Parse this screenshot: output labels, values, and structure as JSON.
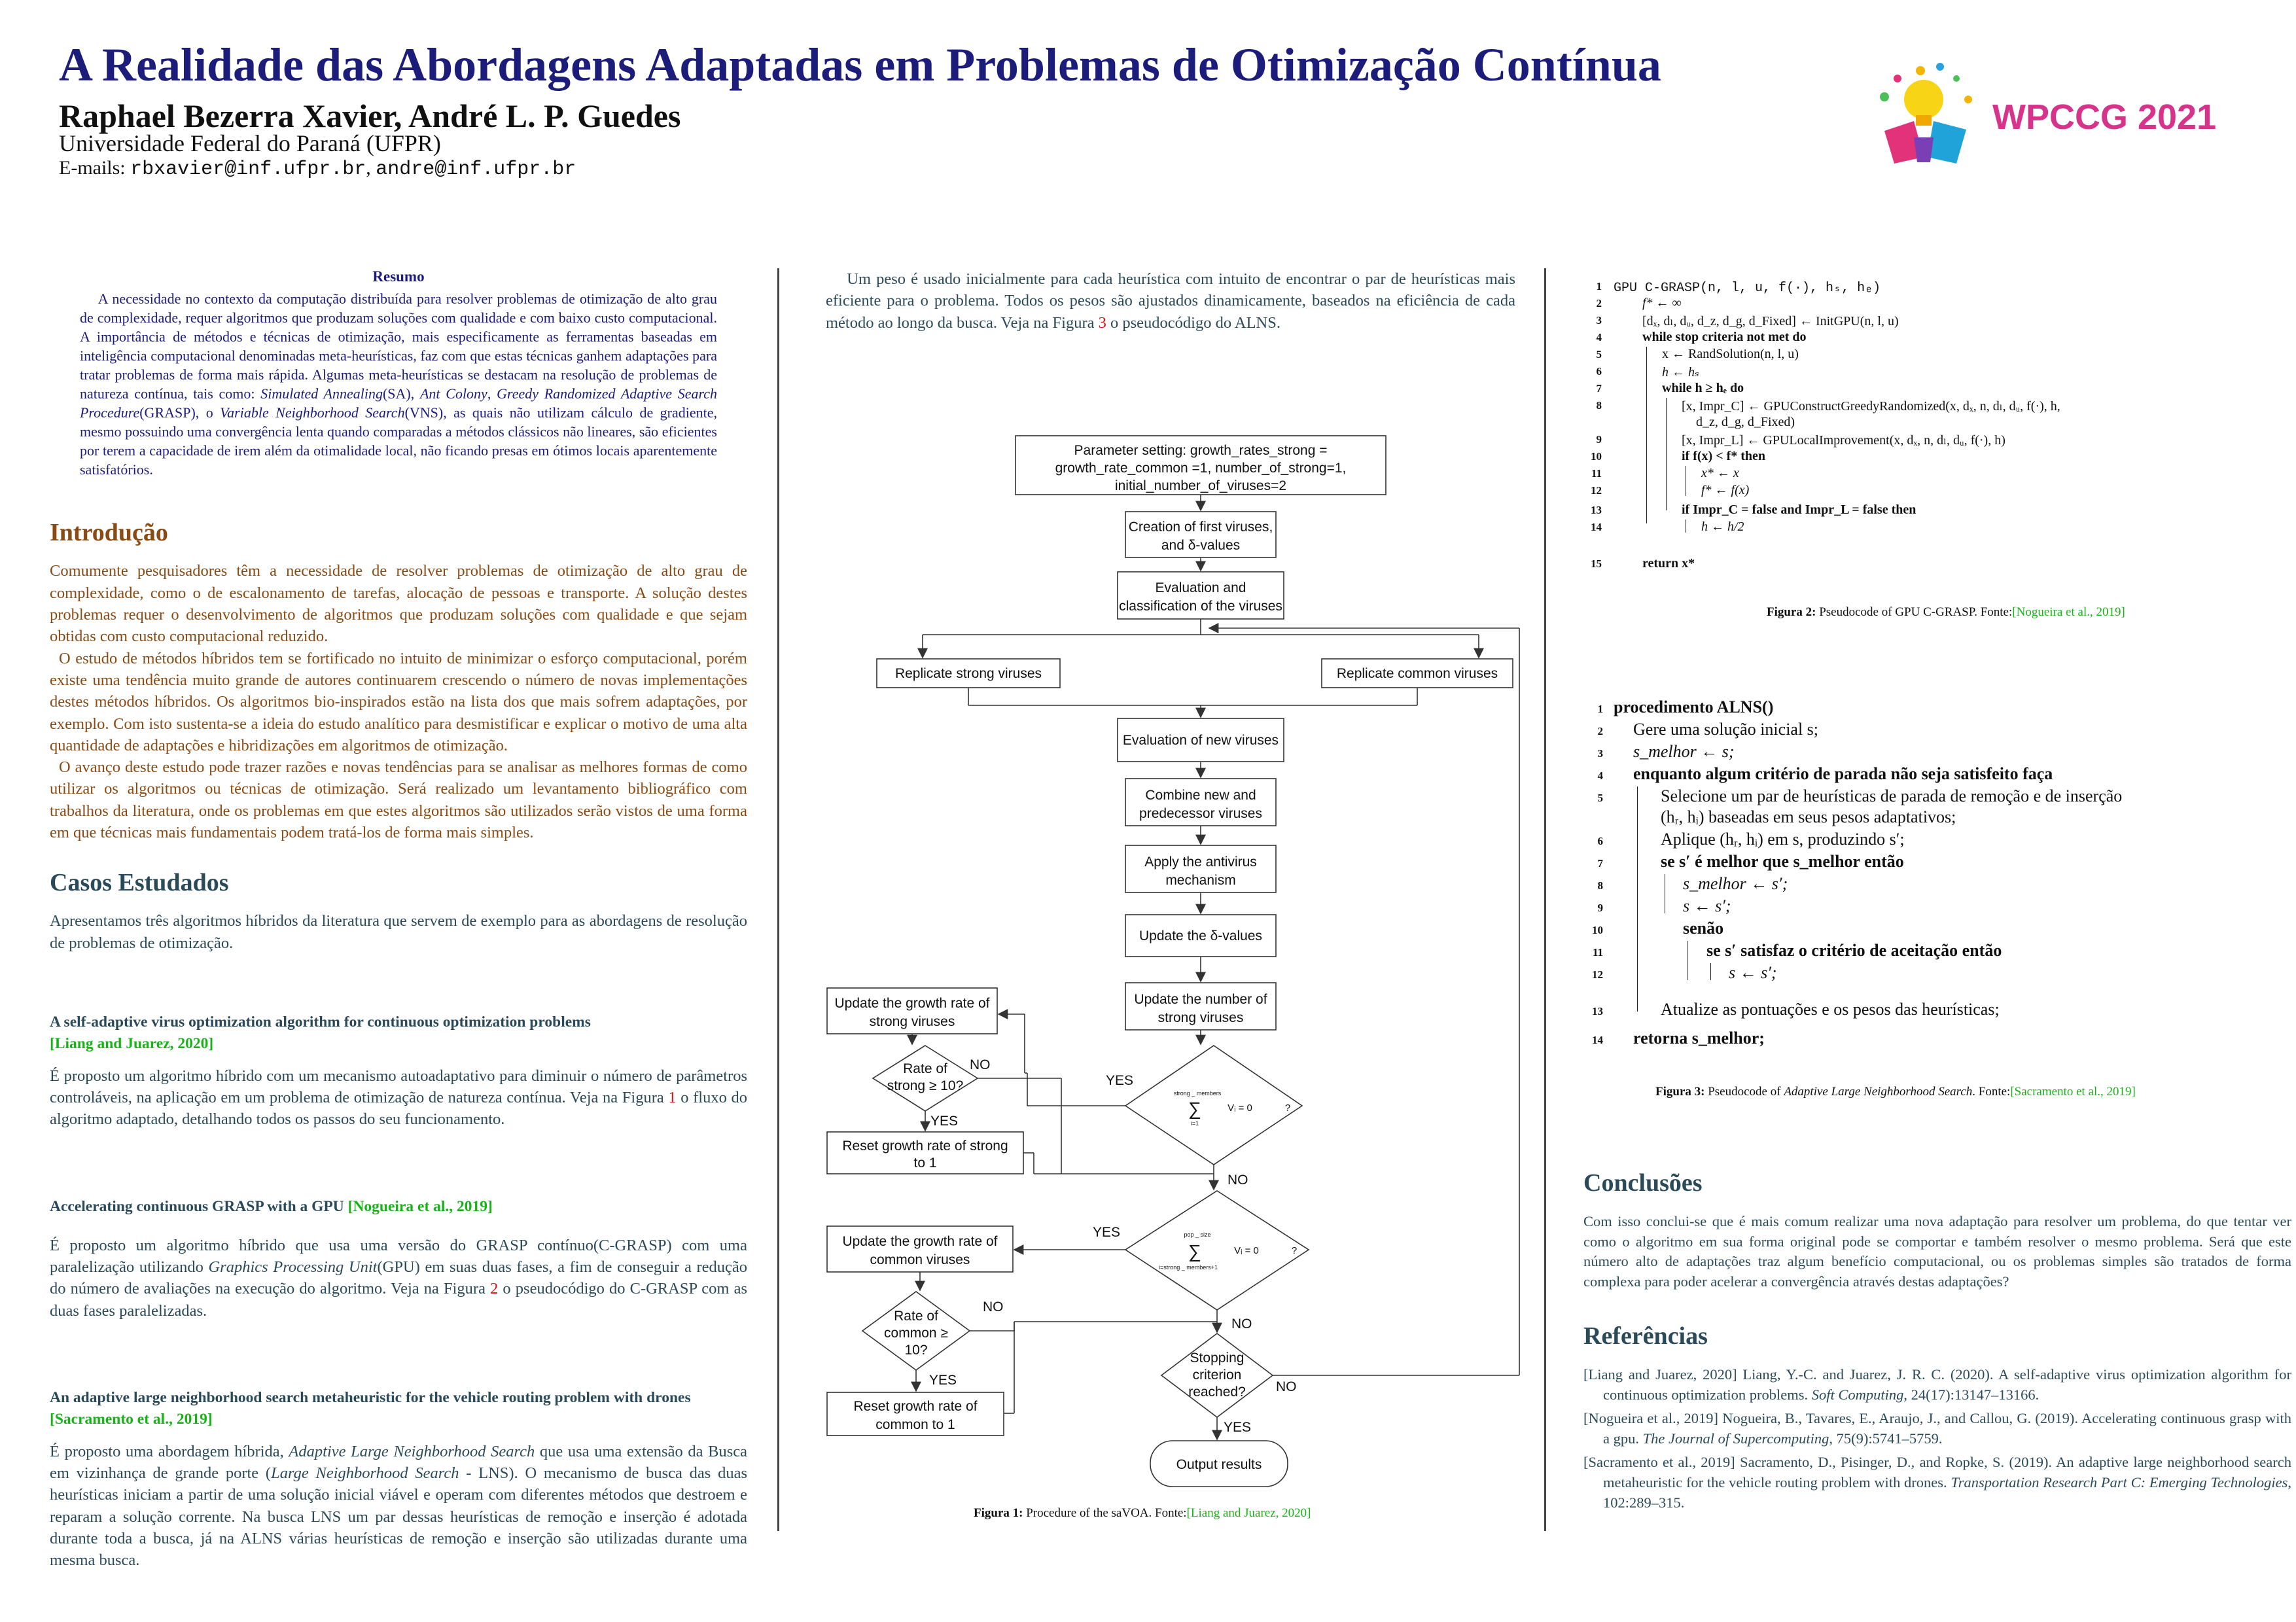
{
  "header": {
    "title": "A Realidade das Abordagens Adaptadas em Problemas de Otimização Contínua",
    "authors": "Raphael Bezerra Xavier, André L. P. Guedes",
    "affiliation": "Universidade Federal do Paraná (UFPR)",
    "emails_label": "E-mails:",
    "email1": "rbxavier@inf.ufpr.br",
    "email2": "andre@inf.ufpr.br",
    "logo_text": "WPCCG 2021"
  },
  "colors": {
    "title": "#1c1c7a",
    "intro": "#8a4a14",
    "teal": "#2a4a5a",
    "citation": "#19b319",
    "figref": "#dd1111",
    "logo": "#d6338b"
  },
  "abstract": {
    "title": "Resumo",
    "p1": "A necessidade no contexto da computação distribuída para resolver problemas de otimização de alto grau de complexidade, requer algoritmos que produzam soluções com qualidade e com baixo custo computacional. A importância de métodos e técnicas de otimização, mais especificamente as ferramentas baseadas em inteligência computacional denominadas meta-heurísticas, faz com que estas técnicas ganhem adaptações para tratar problemas de forma mais rápida. Algumas meta-heurísticas se destacam na resolução de problemas de natureza contínua, tais como: ",
    "em1": "Simulated Annealing",
    "t1": "(SA), ",
    "em2": "Ant Colony",
    "t2": ", ",
    "em3": "Greedy Randomized Adaptive Search Procedure",
    "t3": "(GRASP), o ",
    "em4": "Variable Neighborhood Search",
    "t4": "(VNS), as quais não utilizam cálculo de gradiente, mesmo possuindo uma convergência lenta quando comparadas a métodos clássicos não lineares, são eficientes por terem a capacidade de irem além da otimalidade local, não ficando presas em ótimos locais aparentemente satisfatórios."
  },
  "intro": {
    "heading": "Introdução",
    "p1": "Comumente pesquisadores têm a necessidade de resolver problemas de otimização de alto grau de complexidade, como o de escalonamento de tarefas, alocação de pessoas e transporte. A solução destes problemas requer o desenvolvimento de algoritmos que produzam soluções com qualidade e que sejam obtidas com custo computacional reduzido.",
    "p2": "O estudo de métodos híbridos tem se fortificado no intuito de minimizar o esforço computacional, porém existe uma tendência muito grande de autores continuarem crescendo o número de novas implementações destes métodos híbridos. Os algoritmos bio-inspirados estão na lista dos que mais sofrem adaptações, por exemplo. Com isto sustenta-se a ideia do estudo analítico para desmistificar e explicar o motivo de uma alta quantidade de adaptações e hibridizações em algoritmos de otimização.",
    "p3": "O avanço deste estudo pode trazer razões e novas tendências para se analisar as melhores formas de como utilizar os algoritmos ou técnicas de otimização. Será realizado um levantamento bibliográfico com trabalhos da literatura, onde os problemas em que estes algoritmos são utilizados serão vistos de uma forma em que técnicas mais fundamentais podem tratá-los de forma mais simples."
  },
  "cases": {
    "heading": "Casos Estudados",
    "intro": "Apresentamos três algoritmos híbridos da literatura que servem de exemplo para as abordagens de resolução de problemas de otimização.",
    "c1_title": "A self-adaptive virus optimization algorithm for continuous optimization problems",
    "c1_cite": "[Liang and Juarez, 2020]",
    "c1_text_a": "É proposto um algoritmo híbrido com um mecanismo autoadaptativo para diminuir o número de parâmetros controláveis, na aplicação em um problema de otimização de natureza contínua. Veja na Figura ",
    "c1_ref": "1",
    "c1_text_b": " o fluxo do algoritmo adaptado, detalhando todos os passos do seu funcionamento.",
    "c2_title": "Accelerating continuous GRASP with a GPU",
    "c2_cite": "[Nogueira et al., 2019]",
    "c2_text_a": "É proposto um algoritmo híbrido que usa uma versão do GRASP contínuo(C-GRASP) com uma paralelização utilizando ",
    "c2_em": "Graphics Processing Unit",
    "c2_text_b": "(GPU) em suas duas fases, a fim de conseguir a redução do número de avaliações na execução do algoritmo. Veja na Figura ",
    "c2_ref": "2",
    "c2_text_c": " o pseudocódigo do C-GRASP com as duas fases paralelizadas.",
    "c3_title": "An adaptive large neighborhood search metaheuristic for the vehicle routing problem with drones",
    "c3_cite": "[Sacramento et al., 2019]",
    "c3_text_a": "É proposto uma abordagem híbrida, ",
    "c3_em1": "Adaptive Large Neighborhood Search",
    "c3_text_b": " que usa uma extensão da Busca em vizinhança de grande porte (",
    "c3_em2": "Large Neighborhood Search",
    "c3_text_c": " - LNS). O mecanismo de busca das duas heurísticas iniciam a partir de uma solução inicial viável e operam com diferentes métodos que destroem e reparam a solução corrente. Na busca LNS um par dessas heurísticas de remoção e inserção é adotada durante toda a busca, já na ALNS várias heurísticas de remoção e inserção são utilizadas durante uma mesma busca."
  },
  "col2": {
    "text_a": "Um peso é usado inicialmente para cada heurística com intuito de encontrar o par de heurísticas mais eficiente para o problema. Todos os pesos são ajustados dinamicamente, baseados na eficiência de cada método ao longo da busca. Veja na Figura ",
    "ref": "3",
    "text_b": " o pseudocódigo do ALNS."
  },
  "flowchart": {
    "param1": "Parameter setting: growth_rates_strong =",
    "param2": "growth_rate_common =1, number_of_strong=1,",
    "param3": "initial_number_of_viruses=2",
    "creation1": "Creation of first viruses,",
    "creation2": "and δ-values",
    "eval1": "Evaluation and",
    "eval2": "classification of the viruses",
    "rep_strong": "Replicate strong viruses",
    "rep_common": "Replicate common viruses",
    "eval_new": "Evaluation of new viruses",
    "combine1": "Combine new and",
    "combine2": "predecessor viruses",
    "antivirus1": "Apply the antivirus",
    "antivirus2": "mechanism",
    "update_delta": "Update the δ-values",
    "update_num1": "Update the number of",
    "update_num2": "strong viruses",
    "ugr_strong1": "Update the growth rate of",
    "ugr_strong2": "strong viruses",
    "rate_strong1": "Rate of",
    "rate_strong2": "strong ≥ 10?",
    "reset_strong1": "Reset growth rate of strong",
    "reset_strong2": "to 1",
    "ugr_common1": "Update the growth rate of",
    "ugr_common2": "common viruses",
    "rate_common1": "Rate of",
    "rate_common2": "common ≥",
    "rate_common3": "10?",
    "reset_common1": "Reset growth rate of",
    "reset_common2": "common to 1",
    "stop1": "Stopping",
    "stop2": "criterion",
    "stop3": "reached?",
    "output": "Output results",
    "yes": "YES",
    "no": "NO",
    "sum1_top": "strong _ members",
    "sum1_bot": "i=1",
    "sum1_eq": "Vᵢ = 0",
    "sum2_top": "pop _ size",
    "sum2_bot": "i=strong _ members+1",
    "sum2_eq": "Vᵢ = 0",
    "qmark": "?",
    "sigma": "∑",
    "caption_label": "Figura 1:",
    "caption_text": " Procedure of the saVOA. Fonte:",
    "caption_cite": "[Liang and Juarez, 2020]"
  },
  "algo1": {
    "lines": [
      {
        "n": "1",
        "text": "GPU C-GRASP(n, l, u, f(·), hₛ, hₑ)"
      },
      {
        "n": "2",
        "text": "f* ← ∞"
      },
      {
        "n": "3",
        "text": "[dₓ, dₗ, dᵤ, d_z, d_g, d_Fixed] ← InitGPU(n, l, u)"
      },
      {
        "n": "4",
        "text": "while stop criteria not met do"
      },
      {
        "n": "5",
        "text": "x ← RandSolution(n, l, u)"
      },
      {
        "n": "6",
        "text": "h ← hₛ"
      },
      {
        "n": "7",
        "text": "while h ≥ hₑ do"
      },
      {
        "n": "8",
        "text": "[x, Impr_C] ← GPUConstructGreedyRandomized(x, dₓ, n, dₗ, dᵤ, f(·), h,"
      },
      {
        "n": "",
        "text": "d_z, d_g, d_Fixed)"
      },
      {
        "n": "9",
        "text": "[x, Impr_L] ← GPULocalImprovement(x, dₓ, n, dₗ, dᵤ, f(·), h)"
      },
      {
        "n": "10",
        "text": "if f(x) < f* then"
      },
      {
        "n": "11",
        "text": "x* ← x"
      },
      {
        "n": "12",
        "text": "f* ← f(x)"
      },
      {
        "n": "13",
        "text": "if Impr_C = false and Impr_L = false then"
      },
      {
        "n": "14",
        "text": "h ← h/2"
      },
      {
        "n": "15",
        "text": "return x*"
      }
    ],
    "caption_label": "Figura 2:",
    "caption_text": " Pseudocode of GPU C-GRASP. Fonte:",
    "caption_cite": "[Nogueira et al., 2019]"
  },
  "algo2": {
    "lines": [
      {
        "n": "1",
        "text": "procedimento ALNS()"
      },
      {
        "n": "2",
        "text": "Gere uma solução inicial s;"
      },
      {
        "n": "3",
        "text": "s_melhor ← s;"
      },
      {
        "n": "4",
        "text": "enquanto algum critério de parada não seja satisfeito faça"
      },
      {
        "n": "5",
        "text": "Selecione um par de heurísticas de parada de remoção e de inserção"
      },
      {
        "n": "",
        "text": "(hᵣ, hᵢ) baseadas em seus pesos adaptativos;"
      },
      {
        "n": "6",
        "text": "Aplique (hᵣ, hᵢ) em s, produzindo s′;"
      },
      {
        "n": "7",
        "text": "se s′ é melhor que s_melhor então"
      },
      {
        "n": "8",
        "text": "s_melhor ← s′;"
      },
      {
        "n": "9",
        "text": "s ← s′;"
      },
      {
        "n": "10",
        "text": "senão"
      },
      {
        "n": "11",
        "text": "se s′ satisfaz o critério de aceitação então"
      },
      {
        "n": "12",
        "text": "s ← s′;"
      },
      {
        "n": "13",
        "text": "Atualize as pontuações e os pesos das heurísticas;"
      },
      {
        "n": "14",
        "text": "retorna s_melhor;"
      }
    ],
    "caption_label": "Figura 3:",
    "caption_text_a": " Pseudocode of ",
    "caption_em": "Adaptive Large Neighborhood Search",
    "caption_text_b": ". Fonte:",
    "caption_cite": "[Sacramento et al., 2019]"
  },
  "conclusions": {
    "heading": "Conclusões",
    "text": "Com isso conclui-se que é mais comum realizar uma nova adaptação para resolver um problema, do que tentar ver como o algoritmo em sua forma original pode se comportar e também resolver o mesmo problema. Será que este número alto de adaptações traz algum benefício computacional, ou os problemas simples são tratados de forma complexa para poder acelerar a convergência através destas adaptações?"
  },
  "references": {
    "heading": "Referências",
    "r1_a": "[Liang and Juarez, 2020] Liang, Y.-C. and Juarez, J. R. C. (2020). A self-adaptive virus optimization algorithm for continuous optimization problems. ",
    "r1_em": "Soft Computing",
    "r1_b": ", 24(17):13147–13166.",
    "r2_a": "[Nogueira et al., 2019] Nogueira, B., Tavares, E., Araujo, J., and Callou, G. (2019). Accelerating continuous grasp with a gpu. ",
    "r2_em": "The Journal of Supercomputing",
    "r2_b": ", 75(9):5741–5759.",
    "r3_a": "[Sacramento et al., 2019] Sacramento, D., Pisinger, D., and Ropke, S. (2019). An adaptive large neighborhood search metaheuristic for the vehicle routing problem with drones. ",
    "r3_em": "Transportation Research Part C: Emerging Technologies",
    "r3_b": ", 102:289–315."
  }
}
